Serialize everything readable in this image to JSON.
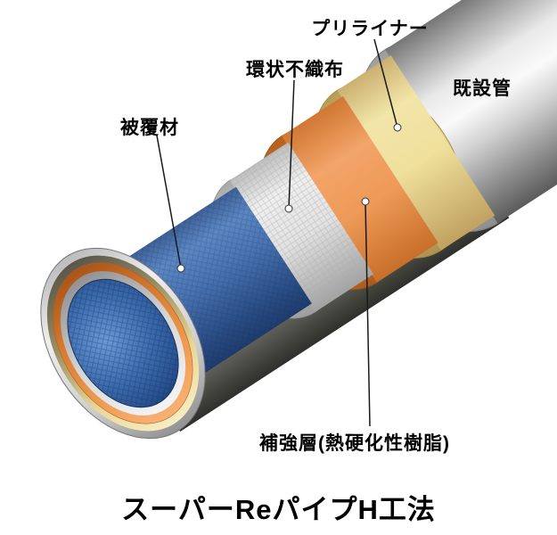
{
  "diagram": {
    "title": "スーパーReパイプH工法",
    "labels": {
      "preliner": "プリライナー",
      "annular_nonwoven_fabric": "環状不織布",
      "covering_material": "被覆材",
      "existing_pipe": "既設管",
      "reinforcement_layer": "補強層(熱硬化性樹脂)"
    },
    "colors": {
      "existing_pipe_gray": "#c8c8c8",
      "preliner_cream": "#f2e5a8",
      "reinforcement_orange": "#ee9a58",
      "nonwoven_white": "#ececec",
      "covering_blue": "#3a66a8",
      "background": "#ffffff",
      "text": "#000000"
    }
  }
}
